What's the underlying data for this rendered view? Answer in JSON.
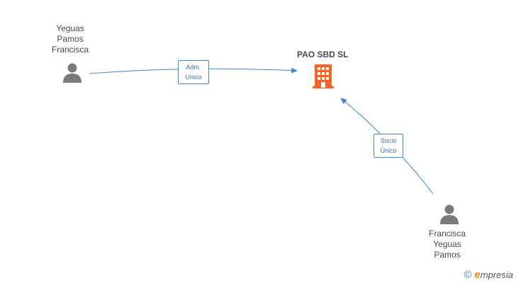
{
  "nodes": {
    "person_top": {
      "name_lines": [
        "Yeguas",
        "Pamos",
        "Francisca"
      ],
      "icon": "person-icon"
    },
    "company": {
      "name": "PAO SBD SL",
      "icon": "building-icon"
    },
    "person_bottom": {
      "name_lines": [
        "Francisca",
        "Yeguas",
        "Pamos"
      ],
      "icon": "person-icon"
    }
  },
  "edges": {
    "adm": {
      "lines": [
        "Adm.",
        "Unico"
      ]
    },
    "socio": {
      "lines": [
        "Socio",
        "Único"
      ]
    }
  },
  "footer": {
    "copyright_symbol": "©",
    "brand_initial": "e",
    "brand_rest": "mpresia"
  },
  "colors": {
    "edge": "#3d87d4",
    "person": "#7a7a7a",
    "company": "#f26522",
    "brand_accent": "#f08a00"
  }
}
